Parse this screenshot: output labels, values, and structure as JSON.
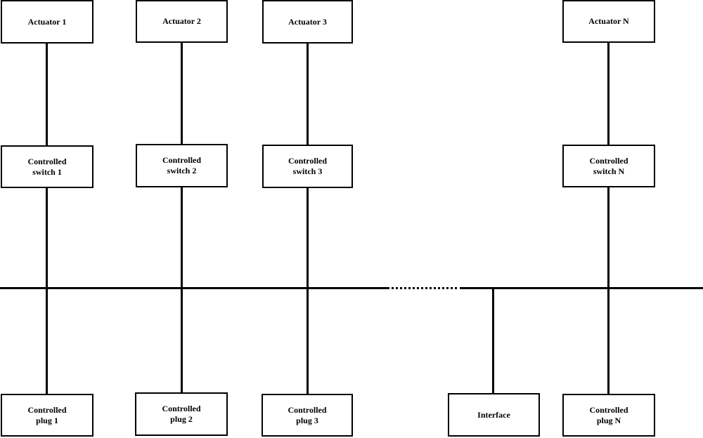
{
  "nodes": {
    "actuators": [
      "Actuator 1",
      "Actuator 2",
      "Actuator 3",
      "Actuator N"
    ],
    "switches": [
      "Controlled\nswitch 1",
      "Controlled\nswitch 2",
      "Controlled\nswitch 3",
      "Controlled\nswitch N"
    ],
    "plugs": [
      "Controlled\nplug 1",
      "Controlled\nplug 2",
      "Controlled\nplug 3",
      "Controlled\nplug N"
    ],
    "interface": "Interface"
  }
}
